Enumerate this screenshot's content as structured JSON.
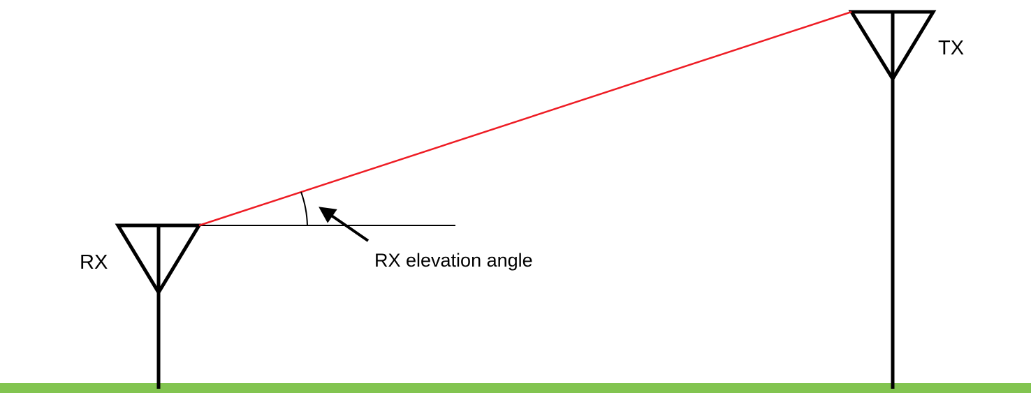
{
  "diagram": {
    "labels": {
      "rx": "RX",
      "tx": "TX",
      "angle": "RX elevation angle"
    },
    "colors": {
      "ground": "#82c450",
      "signal_path": "#ee1c24",
      "antenna": "#000000",
      "background": "#ffffff"
    }
  }
}
